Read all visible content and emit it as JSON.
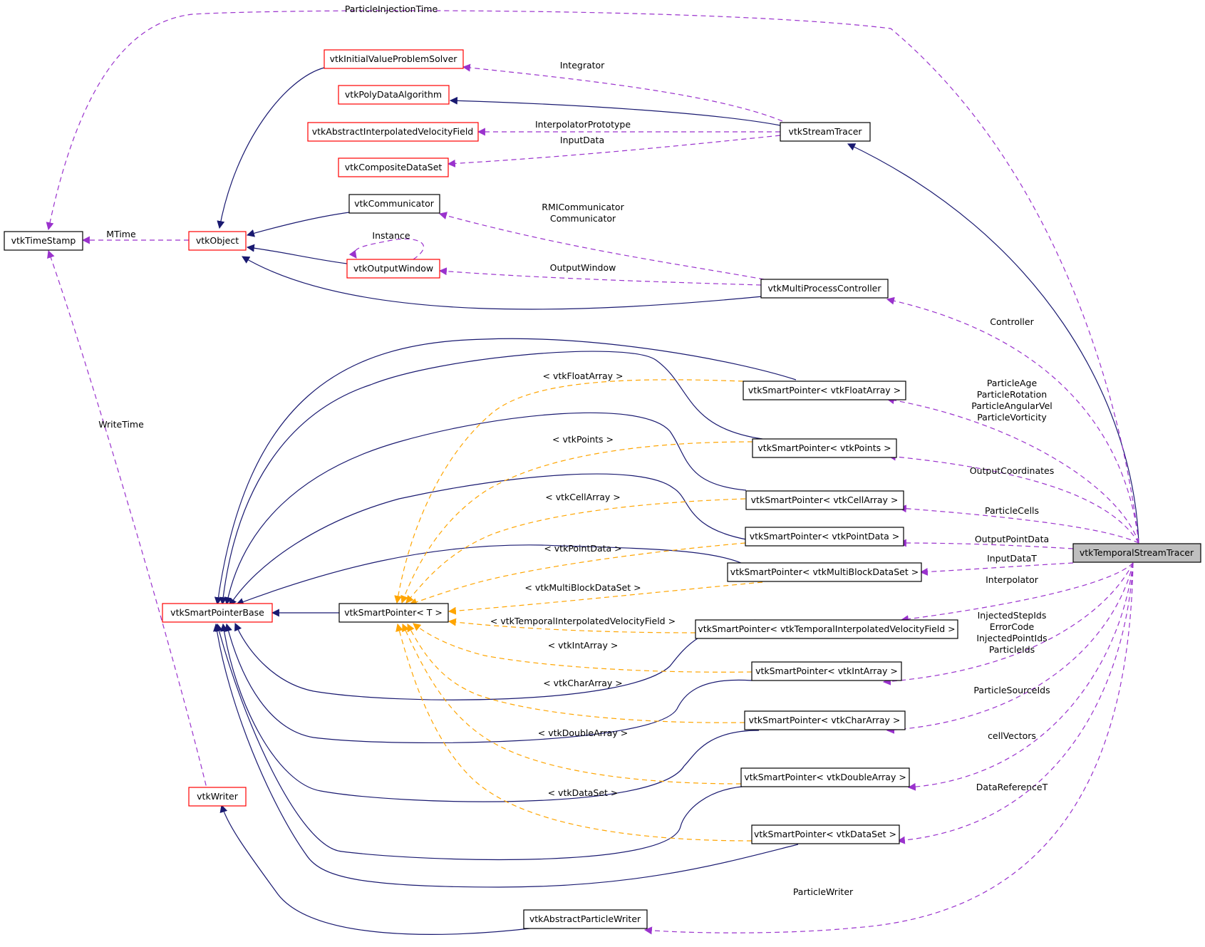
{
  "colors": {
    "inheritance": "#191970",
    "usage": "#9a32cd",
    "template": "#ffa500",
    "node_border_red": "#ff0000",
    "node_border_black": "#000000",
    "focus_fill": "#bfbfbf"
  },
  "nodes": {
    "timestamp": "vtkTimeStamp",
    "object": "vtkObject",
    "ivp": "vtkInitialValueProblemSolver",
    "polyalg": "vtkPolyDataAlgorithm",
    "aivf": "vtkAbstractInterpolatedVelocityField",
    "composite": "vtkCompositeDataSet",
    "communicator": "vtkCommunicator",
    "outputwindow": "vtkOutputWindow",
    "streamtracer": "vtkStreamTracer",
    "mpc": "vtkMultiProcessController",
    "spbase": "vtkSmartPointerBase",
    "spT": "vtkSmartPointer< T >",
    "spFloat": "vtkSmartPointer< vtkFloatArray >",
    "spPoints": "vtkSmartPointer< vtkPoints >",
    "spCell": "vtkSmartPointer< vtkCellArray >",
    "spPointData": "vtkSmartPointer< vtkPointData >",
    "spMB": "vtkSmartPointer< vtkMultiBlockDataSet >",
    "spTIVF": "vtkSmartPointer< vtkTemporalInterpolatedVelocityField >",
    "spInt": "vtkSmartPointer< vtkIntArray >",
    "spChar": "vtkSmartPointer< vtkCharArray >",
    "spDouble": "vtkSmartPointer< vtkDoubleArray >",
    "spDataSet": "vtkSmartPointer< vtkDataSet >",
    "writer": "vtkWriter",
    "apw": "vtkAbstractParticleWriter",
    "tst": "vtkTemporalStreamTracer"
  },
  "labels": {
    "particleInjectionTime": "ParticleInjectionTime",
    "integrator": "Integrator",
    "interpolatorPrototype": "InterpolatorPrototype",
    "inputData": "InputData",
    "rmiCommunicator": "RMICommunicator",
    "communicator": "Communicator",
    "mtime": "MTime",
    "instance": "Instance",
    "outputWindow": "OutputWindow",
    "controller": "Controller",
    "particleAge": "ParticleAge",
    "particleRotation": "ParticleRotation",
    "particleAngularVel": "ParticleAngularVel",
    "particleVorticity": "ParticleVorticity",
    "outputCoordinates": "OutputCoordinates",
    "particleCells": "ParticleCells",
    "outputPointData": "OutputPointData",
    "inputDataT": "InputDataT",
    "interpolator": "Interpolator",
    "injectedStepIds": "InjectedStepIds",
    "errorCode": "ErrorCode",
    "injectedPointIds": "InjectedPointIds",
    "particleIds": "ParticleIds",
    "particleSourceIds": "ParticleSourceIds",
    "cellVectors": "cellVectors",
    "dataReferenceT": "DataReferenceT",
    "particleWriter": "ParticleWriter",
    "writeTime": "WriteTime",
    "tFloat": "< vtkFloatArray >",
    "tPoints": "< vtkPoints >",
    "tCell": "< vtkCellArray >",
    "tPointData": "< vtkPointData >",
    "tMB": "< vtkMultiBlockDataSet >",
    "tTIVF": "< vtkTemporalInterpolatedVelocityField >",
    "tInt": "< vtkIntArray >",
    "tChar": "< vtkCharArray >",
    "tDouble": "< vtkDoubleArray >",
    "tDataSet": "< vtkDataSet >"
  }
}
